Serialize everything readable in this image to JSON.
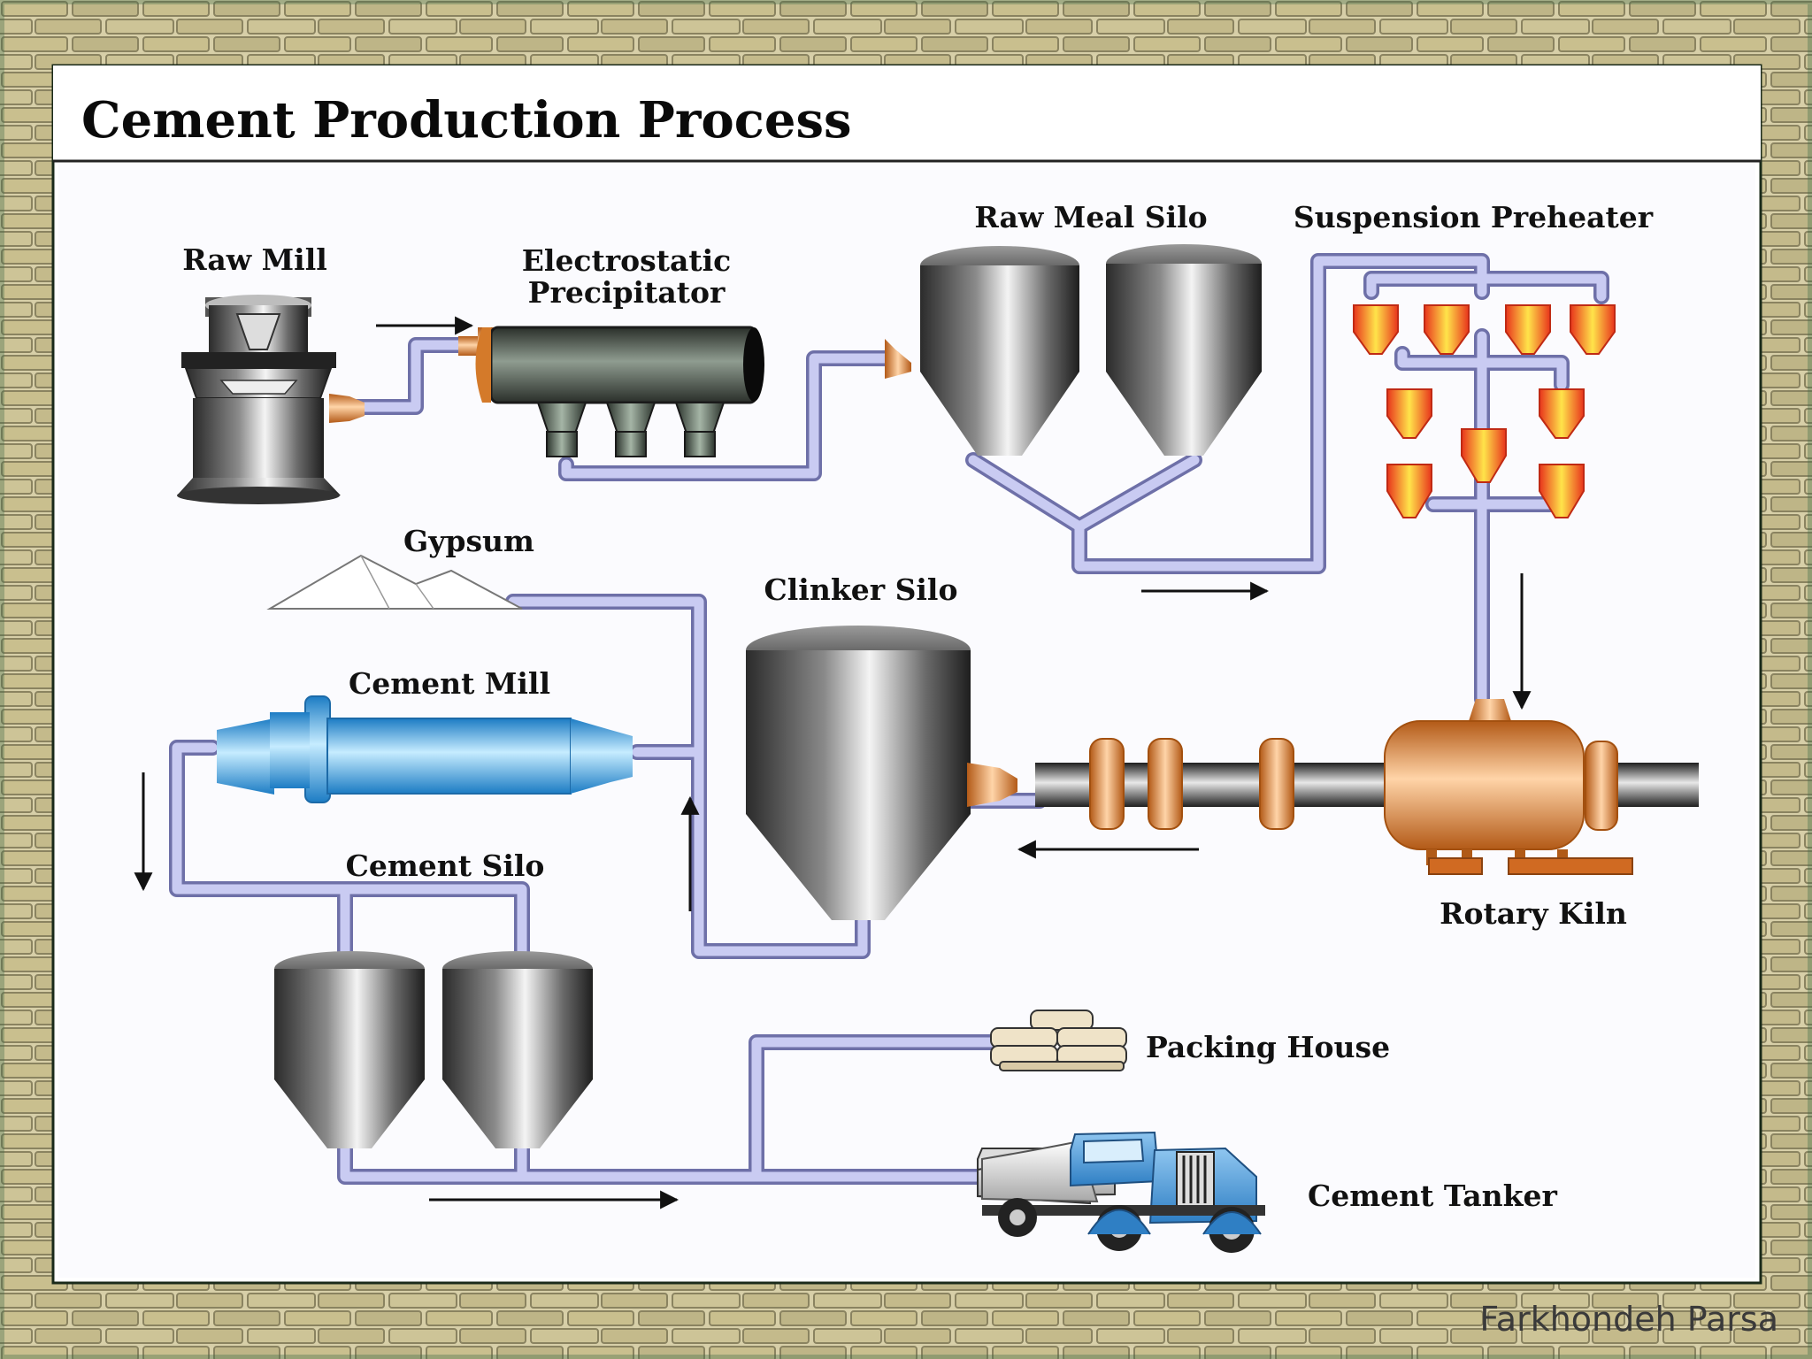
{
  "slide": {
    "title": "Cement Production Process",
    "credit": "Farkhondeh Parsa"
  },
  "labels": {
    "raw_mill": "Raw Mill",
    "precipitator_line1": "Electrostatic",
    "precipitator_line2": "Precipitator",
    "raw_meal_silo": "Raw Meal Silo",
    "suspension_preheater": "Suspension Preheater",
    "gypsum": "Gypsum",
    "clinker_silo": "Clinker Silo",
    "cement_mill": "Cement Mill",
    "cement_silo": "Cement Silo",
    "rotary_kiln": "Rotary Kiln",
    "packing_house": "Packing House",
    "cement_tanker": "Cement Tanker"
  },
  "colors": {
    "pipe": "#c7c9ee",
    "pipe_edge": "#6e70a8",
    "metal_dark": "#2a2a2a",
    "metal_light": "#f2f2f2",
    "accent_orange": "#e58a3a",
    "mill_blue": "#3aa8e8",
    "truck_blue": "#3e8fd0",
    "cyclone_yellow": "#f7d21e",
    "cyclone_red": "#e8341c"
  }
}
